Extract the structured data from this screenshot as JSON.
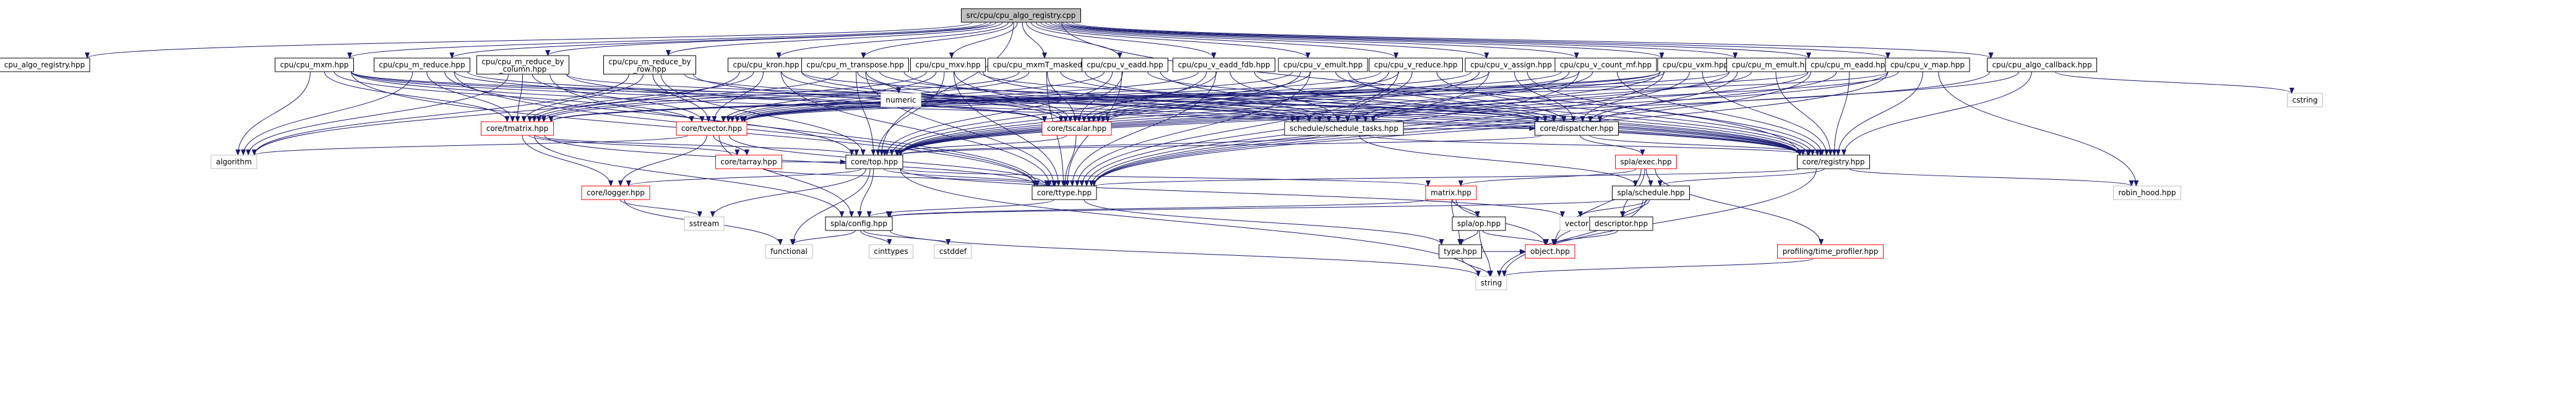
{
  "diagram": {
    "kind": "include-dependency-graph",
    "colors": {
      "edge": "#191970",
      "root_fill": "#bfbfbf",
      "node_border": "#000000",
      "truncated_border": "#ff0000",
      "system_border": "#bfbfbf"
    },
    "nodes": [
      {
        "id": "root",
        "label": "src/cpu/cpu_algo_registry.cpp",
        "style": "root"
      },
      {
        "id": "reg_hpp",
        "label": "cpu_algo_registry.hpp",
        "style": "file"
      },
      {
        "id": "mxm",
        "label": "cpu/cpu_mxm.hpp",
        "style": "file"
      },
      {
        "id": "m_reduce",
        "label": "cpu/cpu_m_reduce.hpp",
        "style": "file"
      },
      {
        "id": "m_red_col",
        "label": "cpu/cpu_m_reduce_by\n_column.hpp",
        "style": "file"
      },
      {
        "id": "m_red_row",
        "label": "cpu/cpu_m_reduce_by\n_row.hpp",
        "style": "file"
      },
      {
        "id": "kron",
        "label": "cpu/cpu_kron.hpp",
        "style": "file"
      },
      {
        "id": "m_transpose",
        "label": "cpu/cpu_m_transpose.hpp",
        "style": "file"
      },
      {
        "id": "mxv",
        "label": "cpu/cpu_mxv.hpp",
        "style": "file"
      },
      {
        "id": "mxmT",
        "label": "cpu/cpu_mxmT_masked.hpp",
        "style": "file"
      },
      {
        "id": "v_eadd",
        "label": "cpu/cpu_v_eadd.hpp",
        "style": "file"
      },
      {
        "id": "v_eadd_fdb",
        "label": "cpu/cpu_v_eadd_fdb.hpp",
        "style": "file"
      },
      {
        "id": "v_emult",
        "label": "cpu/cpu_v_emult.hpp",
        "style": "file"
      },
      {
        "id": "v_reduce",
        "label": "cpu/cpu_v_reduce.hpp",
        "style": "file"
      },
      {
        "id": "v_assign",
        "label": "cpu/cpu_v_assign.hpp",
        "style": "file"
      },
      {
        "id": "v_count_mf",
        "label": "cpu/cpu_v_count_mf.hpp",
        "style": "file"
      },
      {
        "id": "vxm",
        "label": "cpu/cpu_vxm.hpp",
        "style": "file"
      },
      {
        "id": "m_emult",
        "label": "cpu/cpu_m_emult.hpp",
        "style": "file"
      },
      {
        "id": "m_eadd",
        "label": "cpu/cpu_m_eadd.hpp",
        "style": "file"
      },
      {
        "id": "v_map",
        "label": "cpu/cpu_v_map.hpp",
        "style": "file"
      },
      {
        "id": "algo_cb",
        "label": "cpu/cpu_algo_callback.hpp",
        "style": "file"
      },
      {
        "id": "numeric",
        "label": "numeric",
        "style": "sys"
      },
      {
        "id": "cstring",
        "label": "cstring",
        "style": "sys"
      },
      {
        "id": "core_matrix",
        "label": "core/tmatrix.hpp",
        "style": "trunc"
      },
      {
        "id": "core_vector",
        "label": "core/tvector.hpp",
        "style": "trunc"
      },
      {
        "id": "core_scalar",
        "label": "core/tscalar.hpp",
        "style": "trunc"
      },
      {
        "id": "sched_tasks",
        "label": "schedule/schedule_tasks.hpp",
        "style": "file"
      },
      {
        "id": "dispatcher",
        "label": "core/dispatcher.hpp",
        "style": "file"
      },
      {
        "id": "algorithm",
        "label": "algorithm",
        "style": "sys"
      },
      {
        "id": "core_array",
        "label": "core/tarray.hpp",
        "style": "trunc"
      },
      {
        "id": "core_top",
        "label": "core/top.hpp",
        "style": "file"
      },
      {
        "id": "registry",
        "label": "core/registry.hpp",
        "style": "file"
      },
      {
        "id": "spla_exec",
        "label": "spla/exec.hpp",
        "style": "trunc"
      },
      {
        "id": "logger",
        "label": "core/logger.hpp",
        "style": "trunc"
      },
      {
        "id": "ttype",
        "label": "core/ttype.hpp",
        "style": "file"
      },
      {
        "id": "matrix",
        "label": "matrix.hpp",
        "style": "trunc"
      },
      {
        "id": "spla_schedule",
        "label": "spla/schedule.hpp",
        "style": "file"
      },
      {
        "id": "robin_hood",
        "label": "robin_hood.hpp",
        "style": "sys"
      },
      {
        "id": "sstream",
        "label": "sstream",
        "style": "sys"
      },
      {
        "id": "spla_config",
        "label": "spla/config.hpp",
        "style": "file"
      },
      {
        "id": "spla_op",
        "label": "spla/op.hpp",
        "style": "file"
      },
      {
        "id": "vector",
        "label": "vector",
        "style": "sys"
      },
      {
        "id": "descriptor",
        "label": "descriptor.hpp",
        "style": "file"
      },
      {
        "id": "functional",
        "label": "functional",
        "style": "sys"
      },
      {
        "id": "cinttypes",
        "label": "cinttypes",
        "style": "sys"
      },
      {
        "id": "cstddef",
        "label": "cstddef",
        "style": "sys"
      },
      {
        "id": "type",
        "label": "type.hpp",
        "style": "file"
      },
      {
        "id": "object",
        "label": "object.hpp",
        "style": "trunc"
      },
      {
        "id": "profiler",
        "label": "profiling/time_profiler.hpp",
        "style": "trunc"
      },
      {
        "id": "string",
        "label": "string",
        "style": "sys"
      }
    ],
    "edges": [
      [
        "root",
        "reg_hpp"
      ],
      [
        "root",
        "mxm"
      ],
      [
        "root",
        "m_reduce"
      ],
      [
        "root",
        "m_red_col"
      ],
      [
        "root",
        "m_red_row"
      ],
      [
        "root",
        "kron"
      ],
      [
        "root",
        "m_transpose"
      ],
      [
        "root",
        "mxv"
      ],
      [
        "root",
        "mxmT"
      ],
      [
        "root",
        "v_eadd"
      ],
      [
        "root",
        "v_eadd_fdb"
      ],
      [
        "root",
        "v_emult"
      ],
      [
        "root",
        "v_reduce"
      ],
      [
        "root",
        "v_assign"
      ],
      [
        "root",
        "v_count_mf"
      ],
      [
        "root",
        "vxm"
      ],
      [
        "root",
        "m_emult"
      ],
      [
        "root",
        "m_eadd"
      ],
      [
        "root",
        "v_map"
      ],
      [
        "root",
        "algo_cb"
      ],
      [
        "root",
        "core_top"
      ],
      [
        "root",
        "registry"
      ],
      [
        "mxm",
        "core_matrix"
      ],
      [
        "mxm",
        "core_vector"
      ],
      [
        "mxm",
        "core_scalar"
      ],
      [
        "mxm",
        "sched_tasks"
      ],
      [
        "mxm",
        "algorithm"
      ],
      [
        "mxm",
        "ttype"
      ],
      [
        "mxm",
        "registry"
      ],
      [
        "mxm",
        "dispatcher"
      ],
      [
        "m_reduce",
        "core_matrix"
      ],
      [
        "m_reduce",
        "core_scalar"
      ],
      [
        "m_reduce",
        "algorithm"
      ],
      [
        "m_reduce",
        "core_top"
      ],
      [
        "m_reduce",
        "ttype"
      ],
      [
        "m_reduce",
        "sched_tasks"
      ],
      [
        "m_red_col",
        "core_matrix"
      ],
      [
        "m_red_col",
        "core_vector"
      ],
      [
        "m_red_col",
        "algorithm"
      ],
      [
        "m_red_col",
        "ttype"
      ],
      [
        "m_red_col",
        "dispatcher"
      ],
      [
        "m_red_col",
        "registry"
      ],
      [
        "m_red_row",
        "core_matrix"
      ],
      [
        "m_red_row",
        "core_vector"
      ],
      [
        "m_red_row",
        "algorithm"
      ],
      [
        "m_red_row",
        "core_top"
      ],
      [
        "m_red_row",
        "sched_tasks"
      ],
      [
        "m_red_row",
        "registry"
      ],
      [
        "kron",
        "core_matrix"
      ],
      [
        "kron",
        "core_scalar"
      ],
      [
        "kron",
        "core_vector"
      ],
      [
        "kron",
        "ttype"
      ],
      [
        "kron",
        "dispatcher"
      ],
      [
        "kron",
        "registry"
      ],
      [
        "kron",
        "algorithm"
      ],
      [
        "m_transpose",
        "core_matrix"
      ],
      [
        "m_transpose",
        "numeric"
      ],
      [
        "m_transpose",
        "core_scalar"
      ],
      [
        "m_transpose",
        "ttype"
      ],
      [
        "m_transpose",
        "core_top"
      ],
      [
        "m_transpose",
        "registry"
      ],
      [
        "m_transpose",
        "sched_tasks"
      ],
      [
        "mxv",
        "core_matrix"
      ],
      [
        "mxv",
        "core_vector"
      ],
      [
        "mxv",
        "core_scalar"
      ],
      [
        "mxv",
        "core_top"
      ],
      [
        "mxv",
        "ttype"
      ],
      [
        "mxv",
        "registry"
      ],
      [
        "mxv",
        "dispatcher"
      ],
      [
        "mxmT",
        "core_matrix"
      ],
      [
        "mxmT",
        "core_vector"
      ],
      [
        "mxmT",
        "core_scalar"
      ],
      [
        "mxmT",
        "ttype"
      ],
      [
        "mxmT",
        "registry"
      ],
      [
        "mxmT",
        "sched_tasks"
      ],
      [
        "v_eadd",
        "core_vector"
      ],
      [
        "v_eadd",
        "core_scalar"
      ],
      [
        "v_eadd",
        "ttype"
      ],
      [
        "v_eadd",
        "core_top"
      ],
      [
        "v_eadd",
        "dispatcher"
      ],
      [
        "v_eadd",
        "registry"
      ],
      [
        "v_eadd_fdb",
        "core_vector"
      ],
      [
        "v_eadd_fdb",
        "core_scalar"
      ],
      [
        "v_eadd_fdb",
        "ttype"
      ],
      [
        "v_eadd_fdb",
        "core_top"
      ],
      [
        "v_eadd_fdb",
        "sched_tasks"
      ],
      [
        "v_eadd_fdb",
        "registry"
      ],
      [
        "v_emult",
        "core_vector"
      ],
      [
        "v_emult",
        "core_scalar"
      ],
      [
        "v_emult",
        "ttype"
      ],
      [
        "v_emult",
        "core_top"
      ],
      [
        "v_emult",
        "dispatcher"
      ],
      [
        "v_emult",
        "registry"
      ],
      [
        "v_reduce",
        "core_vector"
      ],
      [
        "v_reduce",
        "core_scalar"
      ],
      [
        "v_reduce",
        "ttype"
      ],
      [
        "v_reduce",
        "core_top"
      ],
      [
        "v_reduce",
        "sched_tasks"
      ],
      [
        "v_reduce",
        "registry"
      ],
      [
        "v_assign",
        "core_vector"
      ],
      [
        "v_assign",
        "core_scalar"
      ],
      [
        "v_assign",
        "ttype"
      ],
      [
        "v_assign",
        "core_top"
      ],
      [
        "v_assign",
        "dispatcher"
      ],
      [
        "v_assign",
        "registry"
      ],
      [
        "v_count_mf",
        "core_vector"
      ],
      [
        "v_count_mf",
        "core_scalar"
      ],
      [
        "v_count_mf",
        "ttype"
      ],
      [
        "v_count_mf",
        "core_top"
      ],
      [
        "v_count_mf",
        "sched_tasks"
      ],
      [
        "v_count_mf",
        "registry"
      ],
      [
        "vxm",
        "core_matrix"
      ],
      [
        "vxm",
        "core_vector"
      ],
      [
        "vxm",
        "core_scalar"
      ],
      [
        "vxm",
        "ttype"
      ],
      [
        "vxm",
        "core_top"
      ],
      [
        "vxm",
        "registry"
      ],
      [
        "vxm",
        "dispatcher"
      ],
      [
        "m_emult",
        "core_matrix"
      ],
      [
        "m_emult",
        "ttype"
      ],
      [
        "m_emult",
        "core_top"
      ],
      [
        "m_emult",
        "sched_tasks"
      ],
      [
        "m_emult",
        "registry"
      ],
      [
        "m_eadd",
        "core_matrix"
      ],
      [
        "m_eadd",
        "ttype"
      ],
      [
        "m_eadd",
        "core_top"
      ],
      [
        "m_eadd",
        "dispatcher"
      ],
      [
        "m_eadd",
        "registry"
      ],
      [
        "v_map",
        "core_vector"
      ],
      [
        "v_map",
        "ttype"
      ],
      [
        "v_map",
        "core_top"
      ],
      [
        "v_map",
        "sched_tasks"
      ],
      [
        "v_map",
        "registry"
      ],
      [
        "v_map",
        "robin_hood"
      ],
      [
        "algo_cb",
        "registry"
      ],
      [
        "algo_cb",
        "cstring"
      ],
      [
        "algo_cb",
        "core_top"
      ],
      [
        "algo_cb",
        "dispatcher"
      ],
      [
        "core_matrix",
        "core_array"
      ],
      [
        "core_matrix",
        "logger"
      ],
      [
        "core_matrix",
        "ttype"
      ],
      [
        "core_matrix",
        "spla_config"
      ],
      [
        "core_matrix",
        "core_top"
      ],
      [
        "core_vector",
        "core_array"
      ],
      [
        "core_vector",
        "logger"
      ],
      [
        "core_vector",
        "ttype"
      ],
      [
        "core_vector",
        "spla_config"
      ],
      [
        "core_vector",
        "algorithm"
      ],
      [
        "core_scalar",
        "ttype"
      ],
      [
        "core_scalar",
        "core_top"
      ],
      [
        "sched_tasks",
        "dispatcher"
      ],
      [
        "sched_tasks",
        "registry"
      ],
      [
        "sched_tasks",
        "core_top"
      ],
      [
        "sched_tasks",
        "spla_schedule"
      ],
      [
        "dispatcher",
        "registry"
      ],
      [
        "dispatcher",
        "core_top"
      ],
      [
        "dispatcher",
        "spla_exec"
      ],
      [
        "core_array",
        "ttype"
      ],
      [
        "core_array",
        "core_top"
      ],
      [
        "core_top",
        "ttype"
      ],
      [
        "core_top",
        "spla_config"
      ],
      [
        "core_top",
        "logger"
      ],
      [
        "core_top",
        "sstream"
      ],
      [
        "core_top",
        "functional"
      ],
      [
        "core_top",
        "string"
      ],
      [
        "core_top",
        "matrix"
      ],
      [
        "core_top",
        "vector"
      ],
      [
        "registry",
        "ttype"
      ],
      [
        "registry",
        "spla_schedule"
      ],
      [
        "registry",
        "robin_hood"
      ],
      [
        "registry",
        "string"
      ],
      [
        "spla_exec",
        "matrix"
      ],
      [
        "spla_exec",
        "spla_schedule"
      ],
      [
        "spla_exec",
        "descriptor"
      ],
      [
        "spla_exec",
        "object"
      ],
      [
        "spla_exec",
        "profiler"
      ],
      [
        "logger",
        "sstream"
      ],
      [
        "logger",
        "functional"
      ],
      [
        "ttype",
        "type"
      ],
      [
        "ttype",
        "spla_config"
      ],
      [
        "matrix",
        "spla_config"
      ],
      [
        "matrix",
        "spla_op"
      ],
      [
        "matrix",
        "type"
      ],
      [
        "matrix",
        "object"
      ],
      [
        "spla_schedule",
        "descriptor"
      ],
      [
        "spla_schedule",
        "vector"
      ],
      [
        "spla_schedule",
        "spla_config"
      ],
      [
        "spla_schedule",
        "string"
      ],
      [
        "spla_schedule",
        "object"
      ],
      [
        "spla_config",
        "functional"
      ],
      [
        "spla_config",
        "cinttypes"
      ],
      [
        "spla_config",
        "cstddef"
      ],
      [
        "spla_config",
        "string"
      ],
      [
        "spla_op",
        "type"
      ],
      [
        "spla_op",
        "object"
      ],
      [
        "spla_op",
        "string"
      ],
      [
        "descriptor",
        "object"
      ],
      [
        "type",
        "object"
      ],
      [
        "type",
        "string"
      ],
      [
        "profiler",
        "string"
      ]
    ]
  }
}
